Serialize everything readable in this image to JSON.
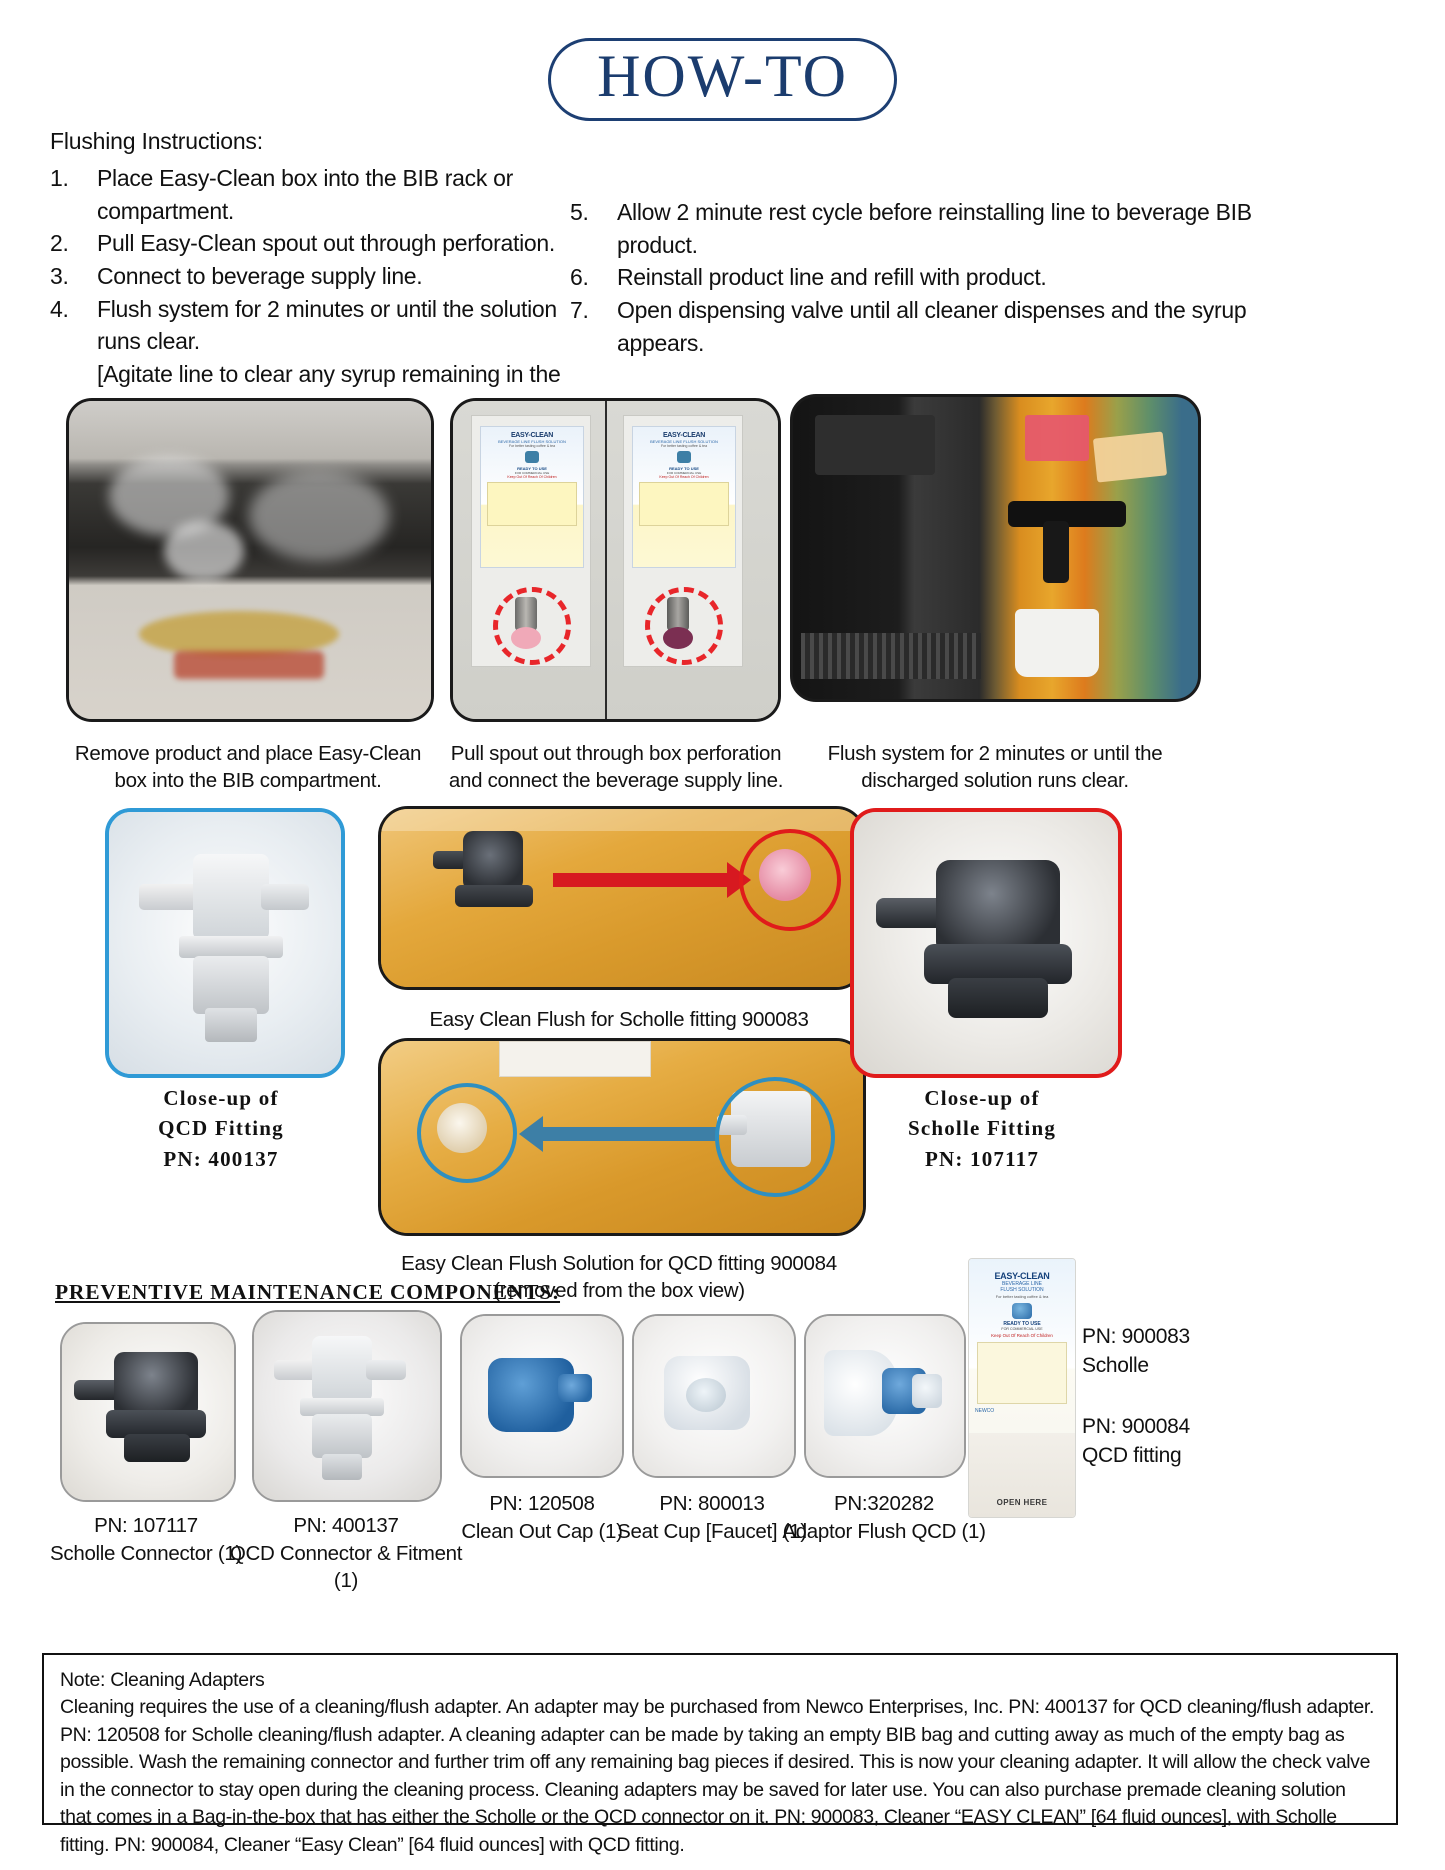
{
  "header": {
    "title": "HOW-TO"
  },
  "instructions": {
    "title": "Flushing Instructions:",
    "left": [
      {
        "num": "1.",
        "text": "Place Easy-Clean box into the BIB rack or compartment."
      },
      {
        "num": "2.",
        "text": "Pull Easy-Clean spout out through perforation."
      },
      {
        "num": "3.",
        "text": "Connect to beverage supply line."
      },
      {
        "num": "4.",
        "text": "Flush system for 2 minutes or until the solution runs clear."
      }
    ],
    "left_sub": "[Agitate line to clear any syrup remaining in the line.]",
    "right": [
      {
        "num": "5.",
        "text": "Allow 2 minute rest cycle before reinstalling line to beverage BIB product."
      },
      {
        "num": "6.",
        "text": "Reinstall product line and refill with product."
      },
      {
        "num": "7.",
        "text": "Open dispensing valve until all cleaner dispenses and the syrup appears."
      }
    ]
  },
  "photo_row1": {
    "caption1_line1": "Remove product and place Easy-Clean",
    "caption1_line2": "box into the BIB compartment.",
    "caption2_line1": "Pull spout out through box perforation",
    "caption2_line2": "and connect the beverage supply line.",
    "caption3_line1": "Flush system for 2 minutes or until the",
    "caption3_line2": "discharged solution runs clear."
  },
  "photo_row2": {
    "left_label_line1": "Close-up of",
    "left_label_line2": "QCD Fitting",
    "left_label_line3": "PN: 400137",
    "right_label_line1": "Close-up of",
    "right_label_line2": "Scholle Fitting",
    "right_label_line3": "PN: 107117",
    "mid_caption1": "Easy Clean Flush for Scholle fitting 900083",
    "mid_caption2_line1": "Easy Clean Flush Solution for QCD fitting 900084",
    "mid_caption2_line2": "(removed from the box view)"
  },
  "pm": {
    "heading": "PREVENTIVE MAINTENANCE COMPONENTS:",
    "items": [
      {
        "pn": "PN: 107117",
        "desc": "Scholle Connector (1)"
      },
      {
        "pn": "PN: 400137",
        "desc": "QCD Connector & Fitment (1)"
      },
      {
        "pn": "PN: 120508",
        "desc": "Clean Out Cap (1)"
      },
      {
        "pn": "PN:  800013",
        "desc": "Seat Cup [Faucet]  (1)"
      },
      {
        "pn": "PN:320282",
        "desc": "Adaptor Flush QCD (1)"
      }
    ],
    "side": [
      {
        "pn": "PN: 900083",
        "desc": "Scholle"
      },
      {
        "pn": "PN: 900084",
        "desc": "QCD fitting"
      }
    ],
    "box_open_here": "OPEN HERE",
    "box_brand": "EASY-CLEAN",
    "box_sub1": "BEVERAGE LINE",
    "box_sub2": "FLUSH SOLUTION",
    "box_tag": "For better tasting coffee & tea",
    "box_ready": "READY TO USE",
    "box_commercial": "FOR COMMERCIAL USE",
    "box_warn": "Keep Out Of Reach Of Children",
    "box_maker": "NEWCO"
  },
  "note": {
    "title": "Note: Cleaning Adapters",
    "body": "Cleaning requires the use of a cleaning/flush adapter. An adapter may be purchased from Newco Enterprises, Inc. PN: 400137 for QCD cleaning/flush adapter. PN: 120508 for Scholle cleaning/flush adapter. A cleaning adapter can be made by taking an empty BIB bag and cutting away as much of the empty bag as possible. Wash the remaining connector and further trim off any remaining bag pieces if desired. This is now your cleaning adapter. It will allow the check valve in the connector to stay open during the cleaning process. Cleaning adapters may be saved for later use. You can also purchase premade cleaning solution that comes in a Bag-in-the-box that has either the Scholle or the QCD connector on it. PN: 900083, Cleaner “EASY CLEAN” [64 fluid ounces], with Scholle fitting. PN: 900084, Cleaner “Easy Clean” [64 fluid ounces] with QCD fitting."
  },
  "colors": {
    "header_blue": "#1b3c6e",
    "ring_red": "#e01b1b",
    "ring_blue": "#2f9ad6",
    "arrow_red": "#d71920",
    "arrow_blue": "#3d7fa6"
  }
}
